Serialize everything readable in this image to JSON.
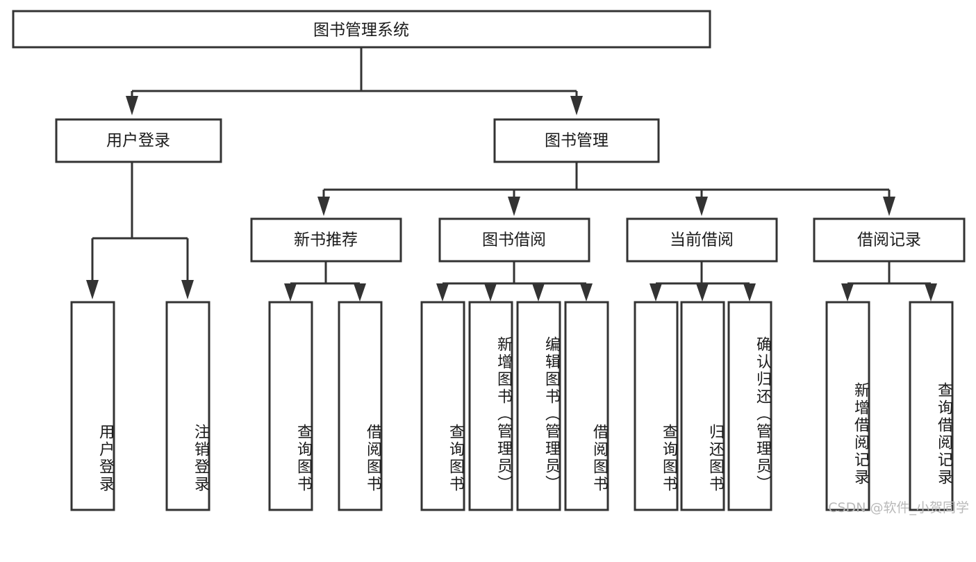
{
  "diagram": {
    "type": "tree-hierarchy",
    "title": "图书管理系统",
    "watermark": "CSDN @软件_小贺同学",
    "colors": {
      "stroke": "#333333",
      "fill": "#ffffff",
      "text": "#1a1a1a",
      "watermark": "#b9b9b9"
    },
    "levels": [
      {
        "level": 1,
        "nodes": [
          {
            "id": "root",
            "label": "图书管理系统",
            "orientation": "horizontal"
          }
        ]
      },
      {
        "level": 2,
        "nodes": [
          {
            "id": "user-login",
            "label": "用户登录",
            "orientation": "horizontal",
            "parent": "root"
          },
          {
            "id": "book-manage",
            "label": "图书管理",
            "orientation": "horizontal",
            "parent": "root"
          }
        ]
      },
      {
        "level": 3,
        "nodes": [
          {
            "id": "new-book-rec",
            "label": "新书推荐",
            "orientation": "horizontal",
            "parent": "book-manage"
          },
          {
            "id": "book-borrow",
            "label": "图书借阅",
            "orientation": "horizontal",
            "parent": "book-manage"
          },
          {
            "id": "current-borrow",
            "label": "当前借阅",
            "orientation": "horizontal",
            "parent": "book-manage"
          },
          {
            "id": "borrow-record",
            "label": "借阅记录",
            "orientation": "horizontal",
            "parent": "book-manage"
          }
        ]
      },
      {
        "level": 4,
        "nodes": [
          {
            "id": "leaf-user-login",
            "label": "用户登录",
            "orientation": "vertical",
            "parent": "user-login"
          },
          {
            "id": "leaf-user-logout",
            "label": "注销登录",
            "orientation": "vertical",
            "parent": "user-login"
          },
          {
            "id": "leaf-query-book-1",
            "label": "查询图书",
            "orientation": "vertical",
            "parent": "new-book-rec"
          },
          {
            "id": "leaf-borrow-book-1",
            "label": "借阅图书",
            "orientation": "vertical",
            "parent": "new-book-rec"
          },
          {
            "id": "leaf-query-book-2",
            "label": "查询图书",
            "orientation": "vertical",
            "parent": "book-borrow"
          },
          {
            "id": "leaf-add-book",
            "label": "新增图书（管理员）",
            "orientation": "vertical",
            "parent": "book-borrow"
          },
          {
            "id": "leaf-edit-book",
            "label": "编辑图书（管理员）",
            "orientation": "vertical",
            "parent": "book-borrow"
          },
          {
            "id": "leaf-borrow-book-2",
            "label": "借阅图书",
            "orientation": "vertical",
            "parent": "book-borrow"
          },
          {
            "id": "leaf-query-book-3",
            "label": "查询图书",
            "orientation": "vertical",
            "parent": "current-borrow"
          },
          {
            "id": "leaf-return-book",
            "label": "归还图书",
            "orientation": "vertical",
            "parent": "current-borrow"
          },
          {
            "id": "leaf-confirm-return",
            "label": "确认归还（管理员）",
            "orientation": "vertical",
            "parent": "current-borrow"
          },
          {
            "id": "leaf-add-record",
            "label": "新增借阅记录",
            "orientation": "vertical",
            "parent": "borrow-record"
          },
          {
            "id": "leaf-query-record",
            "label": "查询借阅记录",
            "orientation": "vertical",
            "parent": "borrow-record"
          }
        ]
      }
    ]
  }
}
